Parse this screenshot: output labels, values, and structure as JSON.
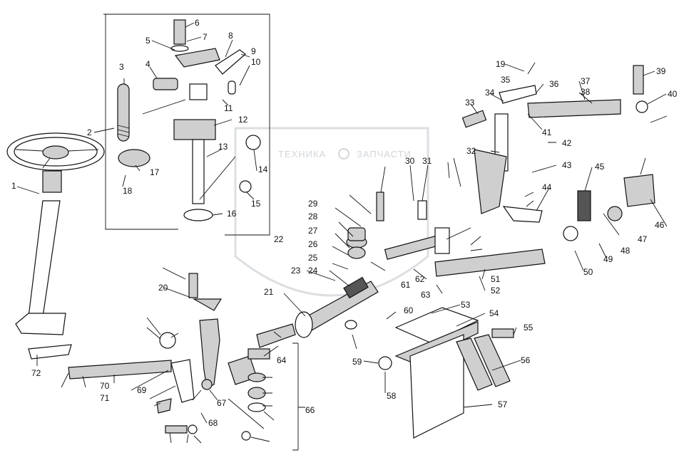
{
  "watermark": {
    "left": "ТЕХНИКА",
    "right": "ЗАПЧАСТИ"
  },
  "callouts": [
    "1",
    "2",
    "3",
    "4",
    "5",
    "6",
    "7",
    "8",
    "9",
    "10",
    "11",
    "12",
    "13",
    "14",
    "15",
    "16",
    "17",
    "18",
    "19",
    "20",
    "21",
    "22",
    "23",
    "24",
    "25",
    "26",
    "27",
    "28",
    "29",
    "30",
    "31",
    "32",
    "33",
    "34",
    "35",
    "36",
    "37",
    "38",
    "39",
    "40",
    "41",
    "42",
    "43",
    "44",
    "45",
    "46",
    "47",
    "48",
    "49",
    "50",
    "51",
    "52",
    "53",
    "54",
    "55",
    "56",
    "57",
    "58",
    "59",
    "60",
    "61",
    "62",
    "63",
    "64",
    "66",
    "67",
    "68",
    "69",
    "70",
    "71",
    "72"
  ]
}
